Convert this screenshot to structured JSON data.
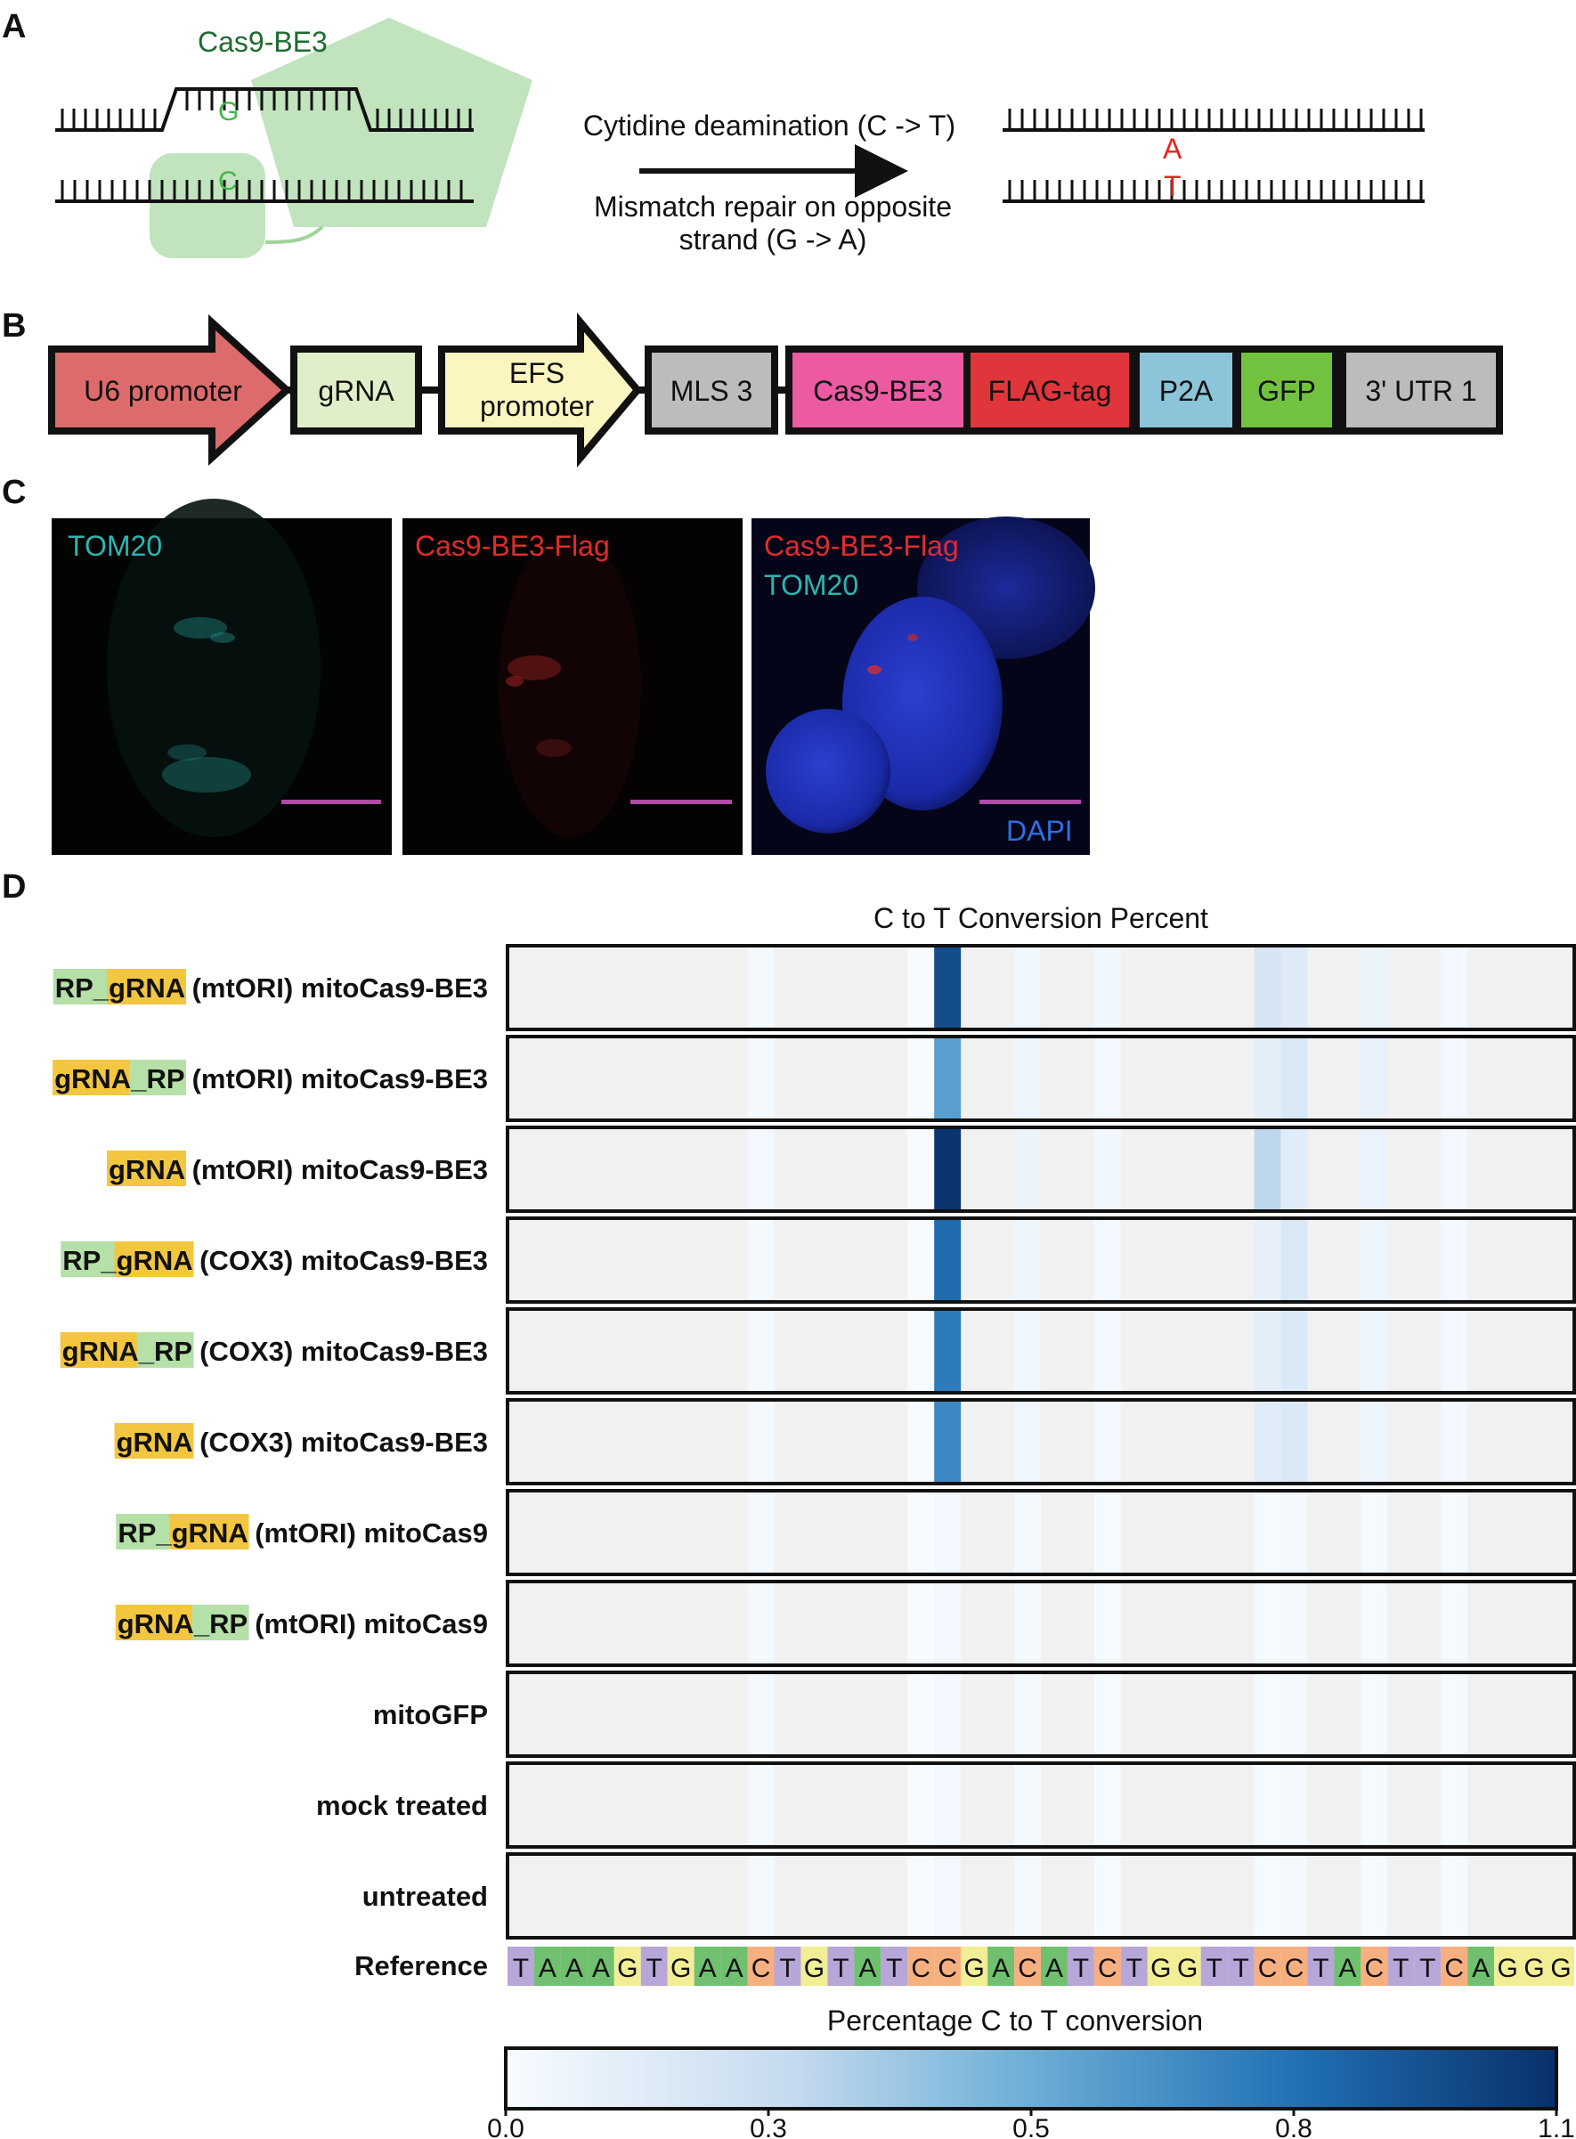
{
  "panel_letters": [
    "A",
    "B",
    "C",
    "D"
  ],
  "panel_a": {
    "enzyme_label": "Cas9-BE3",
    "top_base": "G",
    "bottom_base": "C",
    "arrow_text_top": "Cytidine deamination (C -> T)",
    "arrow_text_bottom_1": "Mismatch repair on opposite",
    "arrow_text_bottom_2": "strand (G -> A)",
    "result_top_base": "A",
    "result_bottom_base": "T"
  },
  "panel_b": {
    "promoter_1": "U6 promoter",
    "grna": "gRNA",
    "promoter_2_line1": "EFS",
    "promoter_2_line2": "promoter",
    "mls": "MLS 3",
    "cas9": "Cas9-BE3",
    "flag": "FLAG-tag",
    "p2a": "P2A",
    "gfp": "GFP",
    "utr": "3' UTR 1"
  },
  "panel_c": {
    "image1_label": "TOM20",
    "image2_label": "Cas9-BE3-Flag",
    "image3_label_1": "Cas9-BE3-Flag",
    "image3_label_2": "TOM20",
    "image3_label_3": "DAPI"
  },
  "chart_data": {
    "type": "heatmap",
    "title": "C to T Conversion Percent",
    "rows": [
      {
        "parts": [
          {
            "text": "RP_",
            "hl": "green"
          },
          {
            "text": "gRNA",
            "hl": "yellow"
          },
          {
            "text": " (mtORI) mitoCas9-BE3",
            "hl": ""
          }
        ]
      },
      {
        "parts": [
          {
            "text": "gRNA",
            "hl": "yellow"
          },
          {
            "text": "_RP",
            "hl": "green"
          },
          {
            "text": " (mtORI) mitoCas9-BE3",
            "hl": ""
          }
        ]
      },
      {
        "parts": [
          {
            "text": "gRNA",
            "hl": "yellow"
          },
          {
            "text": " (mtORI) mitoCas9-BE3",
            "hl": ""
          }
        ]
      },
      {
        "parts": [
          {
            "text": "RP_",
            "hl": "green"
          },
          {
            "text": "gRNA",
            "hl": "yellow"
          },
          {
            "text": " (COX3) mitoCas9-BE3",
            "hl": ""
          }
        ]
      },
      {
        "parts": [
          {
            "text": "gRNA",
            "hl": "yellow"
          },
          {
            "text": "_RP",
            "hl": "green"
          },
          {
            "text": " (COX3) mitoCas9-BE3",
            "hl": ""
          }
        ]
      },
      {
        "parts": [
          {
            "text": "gRNA",
            "hl": "yellow"
          },
          {
            "text": " (COX3) mitoCas9-BE3",
            "hl": ""
          }
        ]
      },
      {
        "parts": [
          {
            "text": "RP_",
            "hl": "green"
          },
          {
            "text": "gRNA",
            "hl": "yellow"
          },
          {
            "text": " (mtORI) mitoCas9",
            "hl": ""
          }
        ]
      },
      {
        "parts": [
          {
            "text": "gRNA",
            "hl": "yellow"
          },
          {
            "text": "_RP",
            "hl": "green"
          },
          {
            "text": " (mtORI) mitoCas9",
            "hl": ""
          }
        ]
      },
      {
        "parts": [
          {
            "text": "mitoGFP",
            "hl": ""
          }
        ]
      },
      {
        "parts": [
          {
            "text": "mock treated",
            "hl": ""
          }
        ]
      },
      {
        "parts": [
          {
            "text": "untreated",
            "hl": ""
          }
        ]
      }
    ],
    "reference_label": "Reference",
    "reference_sequence": [
      "T",
      "A",
      "A",
      "A",
      "G",
      "T",
      "G",
      "A",
      "A",
      "C",
      "T",
      "G",
      "T",
      "A",
      "T",
      "C",
      "C",
      "G",
      "A",
      "C",
      "A",
      "T",
      "C",
      "T",
      "G",
      "G",
      "T",
      "T",
      "C",
      "C",
      "T",
      "A",
      "C",
      "T",
      "T",
      "C",
      "A",
      "G",
      "G",
      "G"
    ],
    "c_positions": [
      9,
      15,
      16,
      19,
      22,
      28,
      29,
      32,
      35
    ],
    "values": [
      [
        0.02,
        0.0,
        0.98,
        0.05,
        0.04,
        0.2,
        0.15,
        0.07,
        0.03,
        0.12
      ],
      [
        0.02,
        0.0,
        0.62,
        0.06,
        0.03,
        0.12,
        0.18,
        0.09,
        0.03,
        0.14
      ],
      [
        0.03,
        0.0,
        1.08,
        0.07,
        0.04,
        0.32,
        0.14,
        0.08,
        0.03,
        0.09
      ],
      [
        0.02,
        0.0,
        0.85,
        0.06,
        0.03,
        0.1,
        0.18,
        0.06,
        0.03,
        0.1
      ],
      [
        0.02,
        0.0,
        0.78,
        0.05,
        0.03,
        0.12,
        0.17,
        0.06,
        0.03,
        0.12
      ],
      [
        0.02,
        0.0,
        0.72,
        0.05,
        0.03,
        0.14,
        0.17,
        0.06,
        0.03,
        0.16
      ],
      [
        0.02,
        0.0,
        0.03,
        0.02,
        0.01,
        0.01,
        0.02,
        0.01,
        0.01,
        0.02
      ],
      [
        0.02,
        0.0,
        0.03,
        0.02,
        0.01,
        0.01,
        0.02,
        0.01,
        0.01,
        0.02
      ],
      [
        0.02,
        0.0,
        0.03,
        0.02,
        0.01,
        0.01,
        0.02,
        0.01,
        0.01,
        0.02
      ],
      [
        0.02,
        0.0,
        0.03,
        0.02,
        0.01,
        0.01,
        0.02,
        0.01,
        0.01,
        0.02
      ],
      [
        0.02,
        0.0,
        0.03,
        0.02,
        0.01,
        0.01,
        0.02,
        0.01,
        0.01,
        0.02
      ]
    ],
    "colorbar_title": "Percentage C to T conversion",
    "colorbar_ticks": [
      "0.0",
      "0.3",
      "0.5",
      "0.8",
      "1.1"
    ],
    "colorbar_range": [
      0.0,
      1.1
    ],
    "colors": {
      "cell_background": "#f1f1f1",
      "scale_low": "#f7fbff",
      "scale_mid": "#6baed6",
      "scale_high": "#08306b",
      "base_T": "#b7a6d8",
      "base_A": "#70c070",
      "base_G": "#f2ee96",
      "base_C": "#f6b080",
      "hl_green": "#b5e0a8",
      "hl_yellow": "#f3c640"
    }
  }
}
